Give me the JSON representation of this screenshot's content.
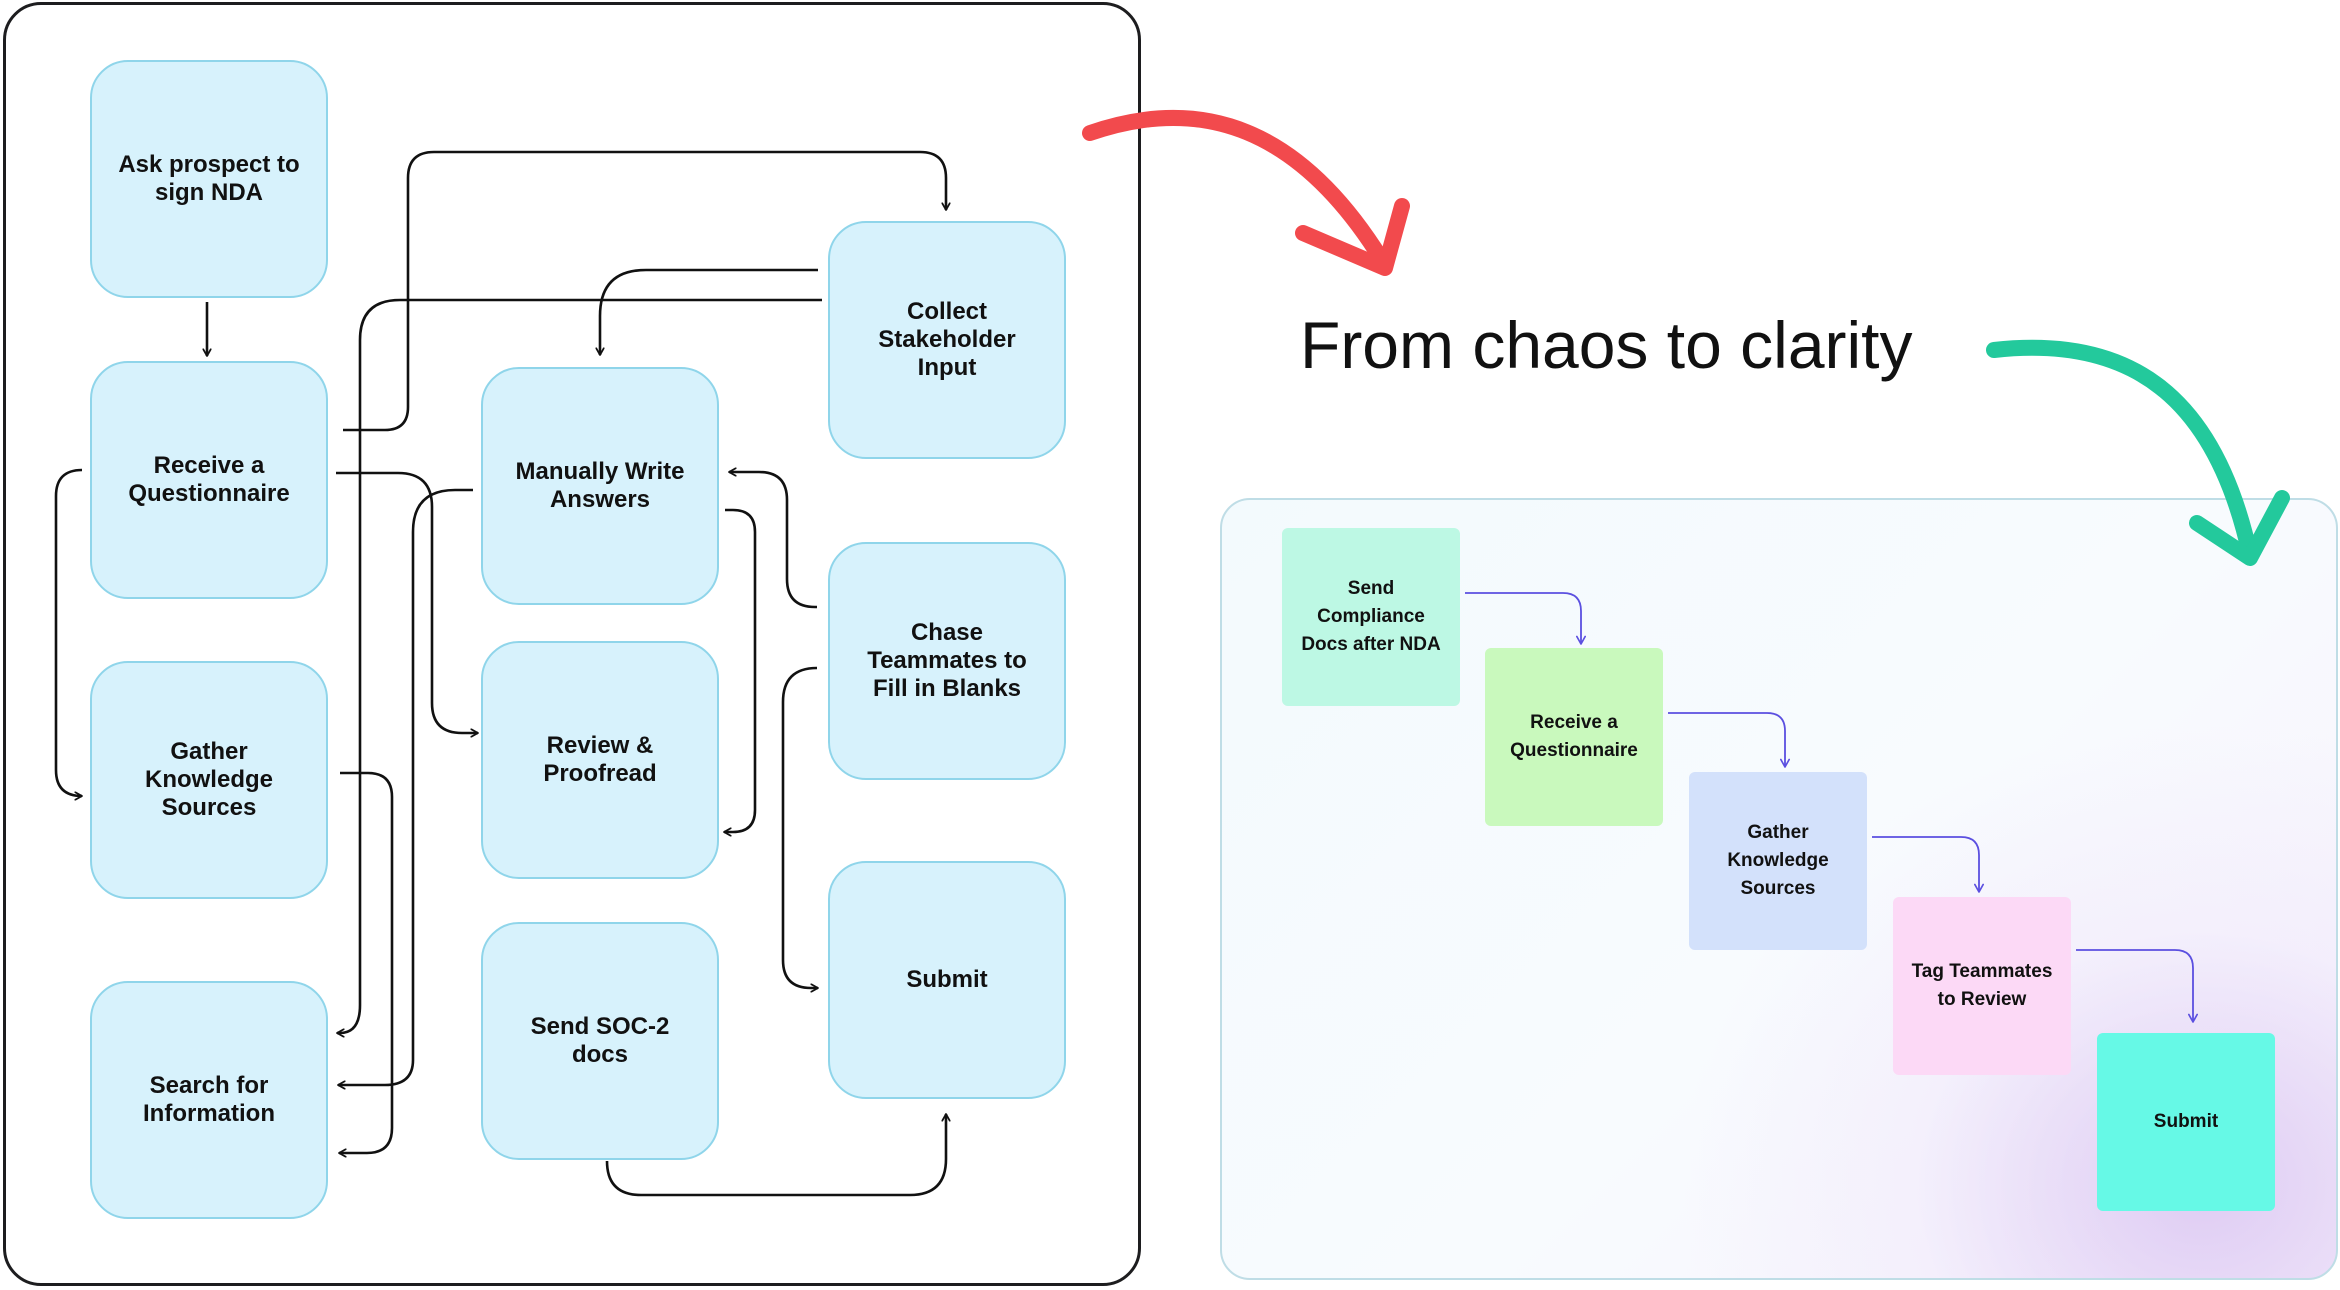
{
  "headline": "From chaos to clarity",
  "chaos_diagram": {
    "nodes": {
      "nda": "Ask prospect to sign NDA",
      "receive": "Receive a Questionnaire",
      "gather": "Gather Knowledge Sources",
      "search": "Search for Information",
      "write": "Manually Write Answers",
      "review": "Review & Proofread",
      "soc2": "Send SOC-2 docs",
      "collect": "Collect Stakeholder Input",
      "chase": "Chase Teammates to Fill in Blanks",
      "submit": "Submit"
    }
  },
  "clarity_diagram": {
    "steps": [
      {
        "label": "Send Compliance Docs after NDA",
        "color": "#bdf8e4"
      },
      {
        "label": "Receive a Questionnaire",
        "color": "#c9f9bd"
      },
      {
        "label": "Gather Knowledge Sources",
        "color": "#d3e1fb"
      },
      {
        "label": "Tag Teammates to Review",
        "color": "#fcd9f6"
      },
      {
        "label": "Submit",
        "color": "#66f9e6"
      }
    ],
    "connector_color": "#5b4fe0"
  },
  "accents": {
    "red_arrow": "#f24a4d",
    "green_arrow": "#23c99c"
  }
}
